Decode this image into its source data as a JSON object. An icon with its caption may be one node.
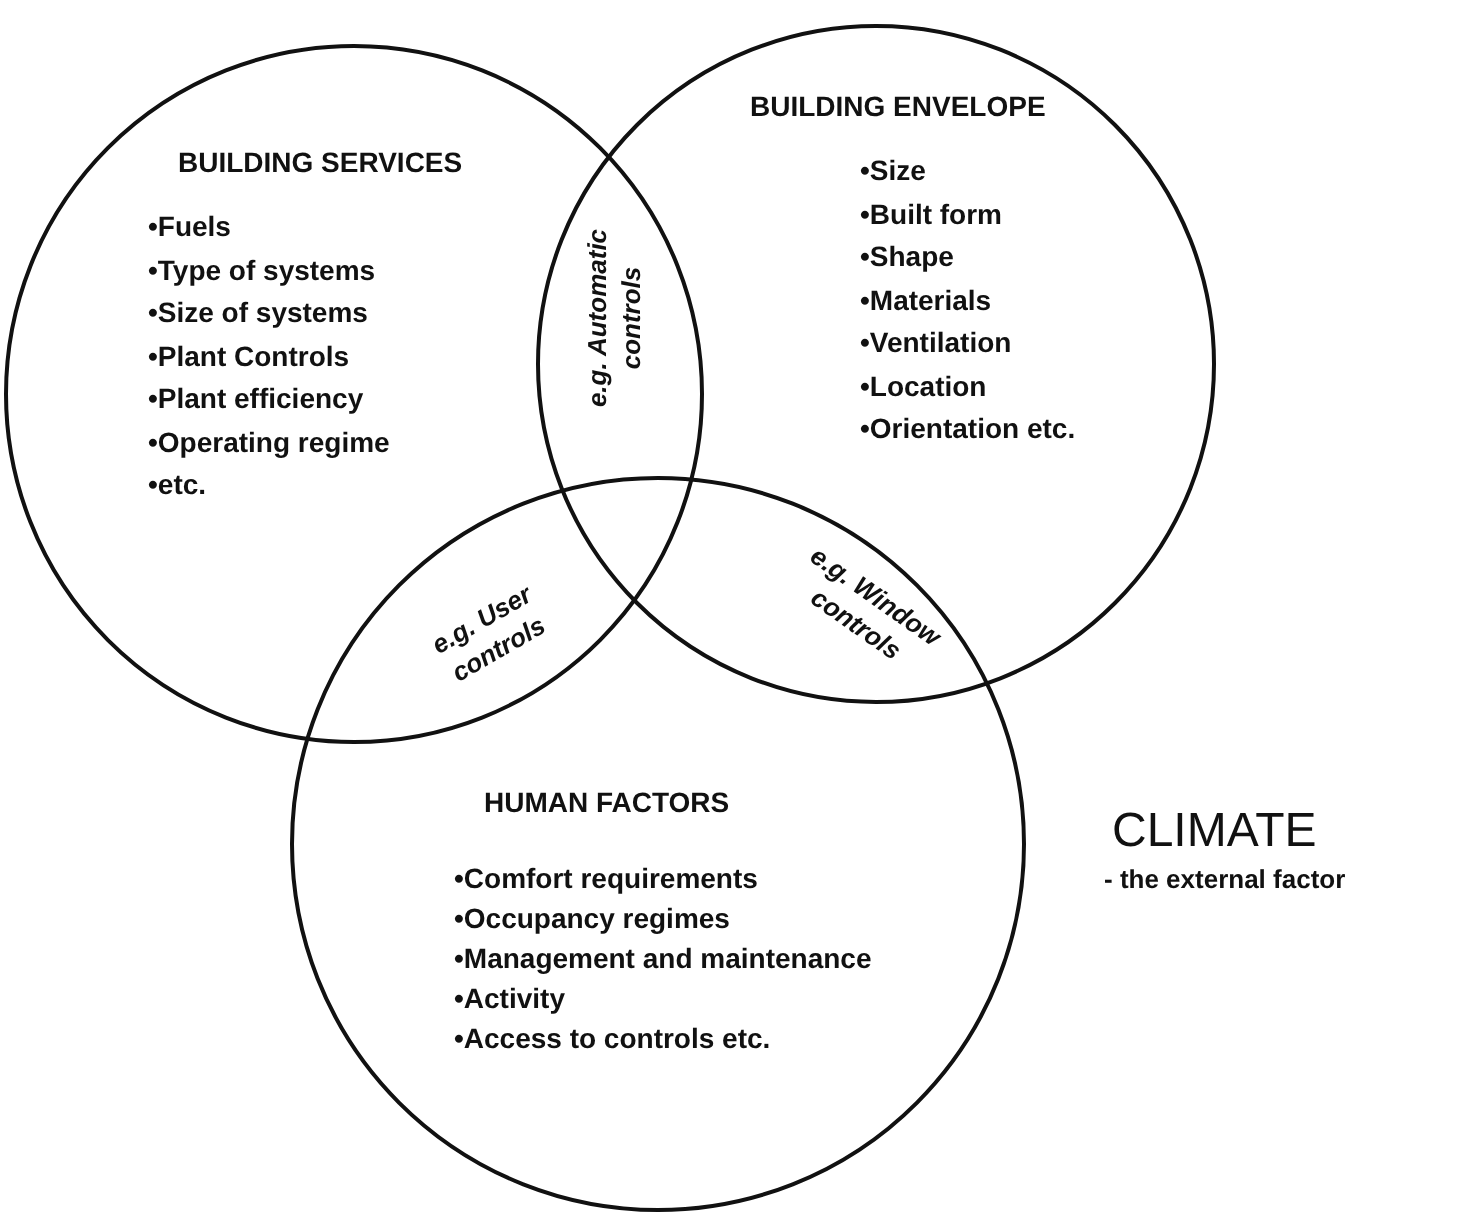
{
  "diagram": {
    "nodes": [
      {
        "text": [
          "BUILDING SERVICES",
          "•Fuels",
          "•Type of systems",
          "•Size of systems",
          "•Plant Controls",
          "•Plant efficiency",
          "•Operating regime",
          "•etc."
        ]
      },
      {
        "text": [
          "BUILDING ENVELOPE",
          "•Size",
          "•Built form",
          "•Shape",
          "•Materials",
          "•Ventilation",
          "•Location",
          "•Orientation etc."
        ]
      },
      {
        "text": [
          "HUMAN FACTORS",
          "•Comfort requirements",
          "•Occupancy regimes",
          "•Management and maintenance",
          "•Activity",
          "•Access to controls etc."
        ]
      }
    ],
    "labels": [
      "e.g. Automatic controls",
      "e.g. User controls",
      "e.g. Window controls",
      "CLIMATE",
      "- the external factor"
    ]
  }
}
